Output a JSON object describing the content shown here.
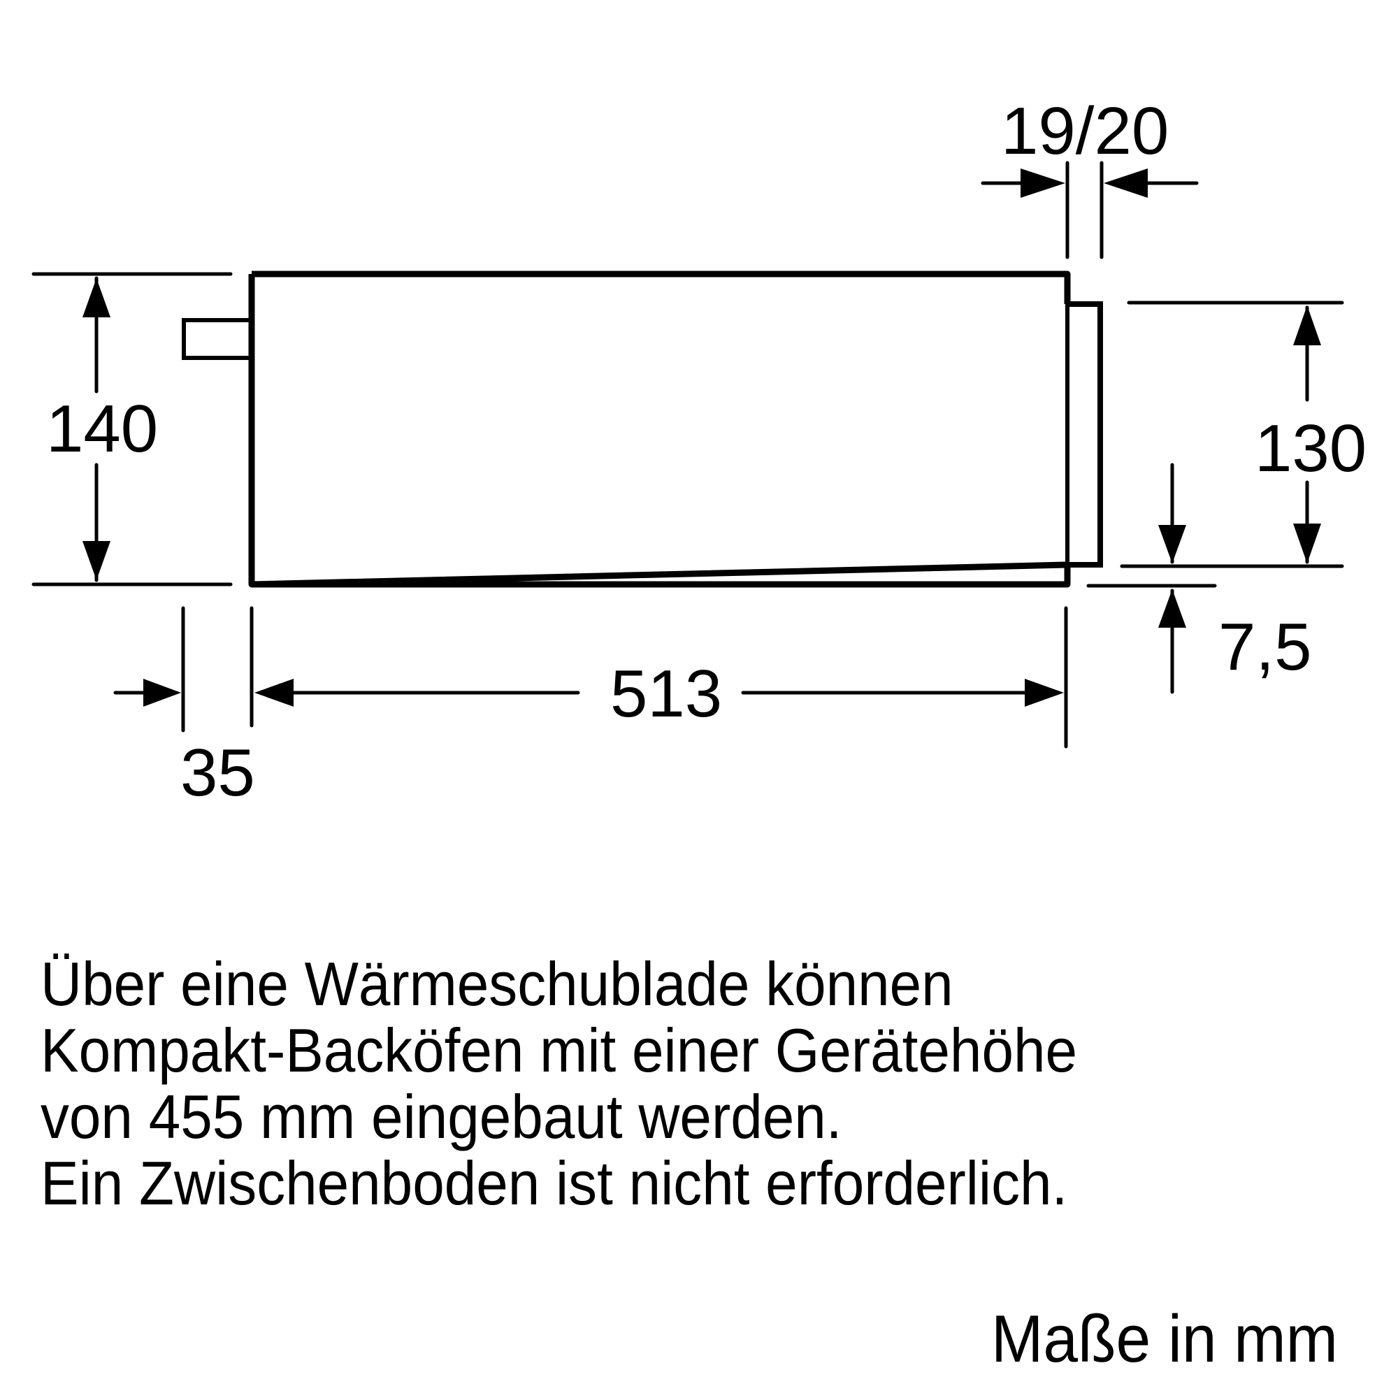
{
  "diagram": {
    "type": "technical-dimension-drawing",
    "subject": "Wärmeschublade (warming drawer) side view",
    "colors": {
      "stroke": "#000000",
      "background": "#ffffff"
    },
    "dimensions": {
      "overall_height": "140",
      "front_panel_height": "130",
      "bottom_offset": "7,5",
      "body_depth": "513",
      "handle_depth": "35",
      "front_panel_thickness": "19/20"
    }
  },
  "description": {
    "lines": [
      "Über eine Wärmeschublade können",
      "Kompakt-Backöfen mit einer Gerätehöhe",
      "von 455 mm eingebaut werden.",
      "Ein Zwischenboden ist nicht erforderlich."
    ]
  },
  "units_note": "Maße in mm"
}
